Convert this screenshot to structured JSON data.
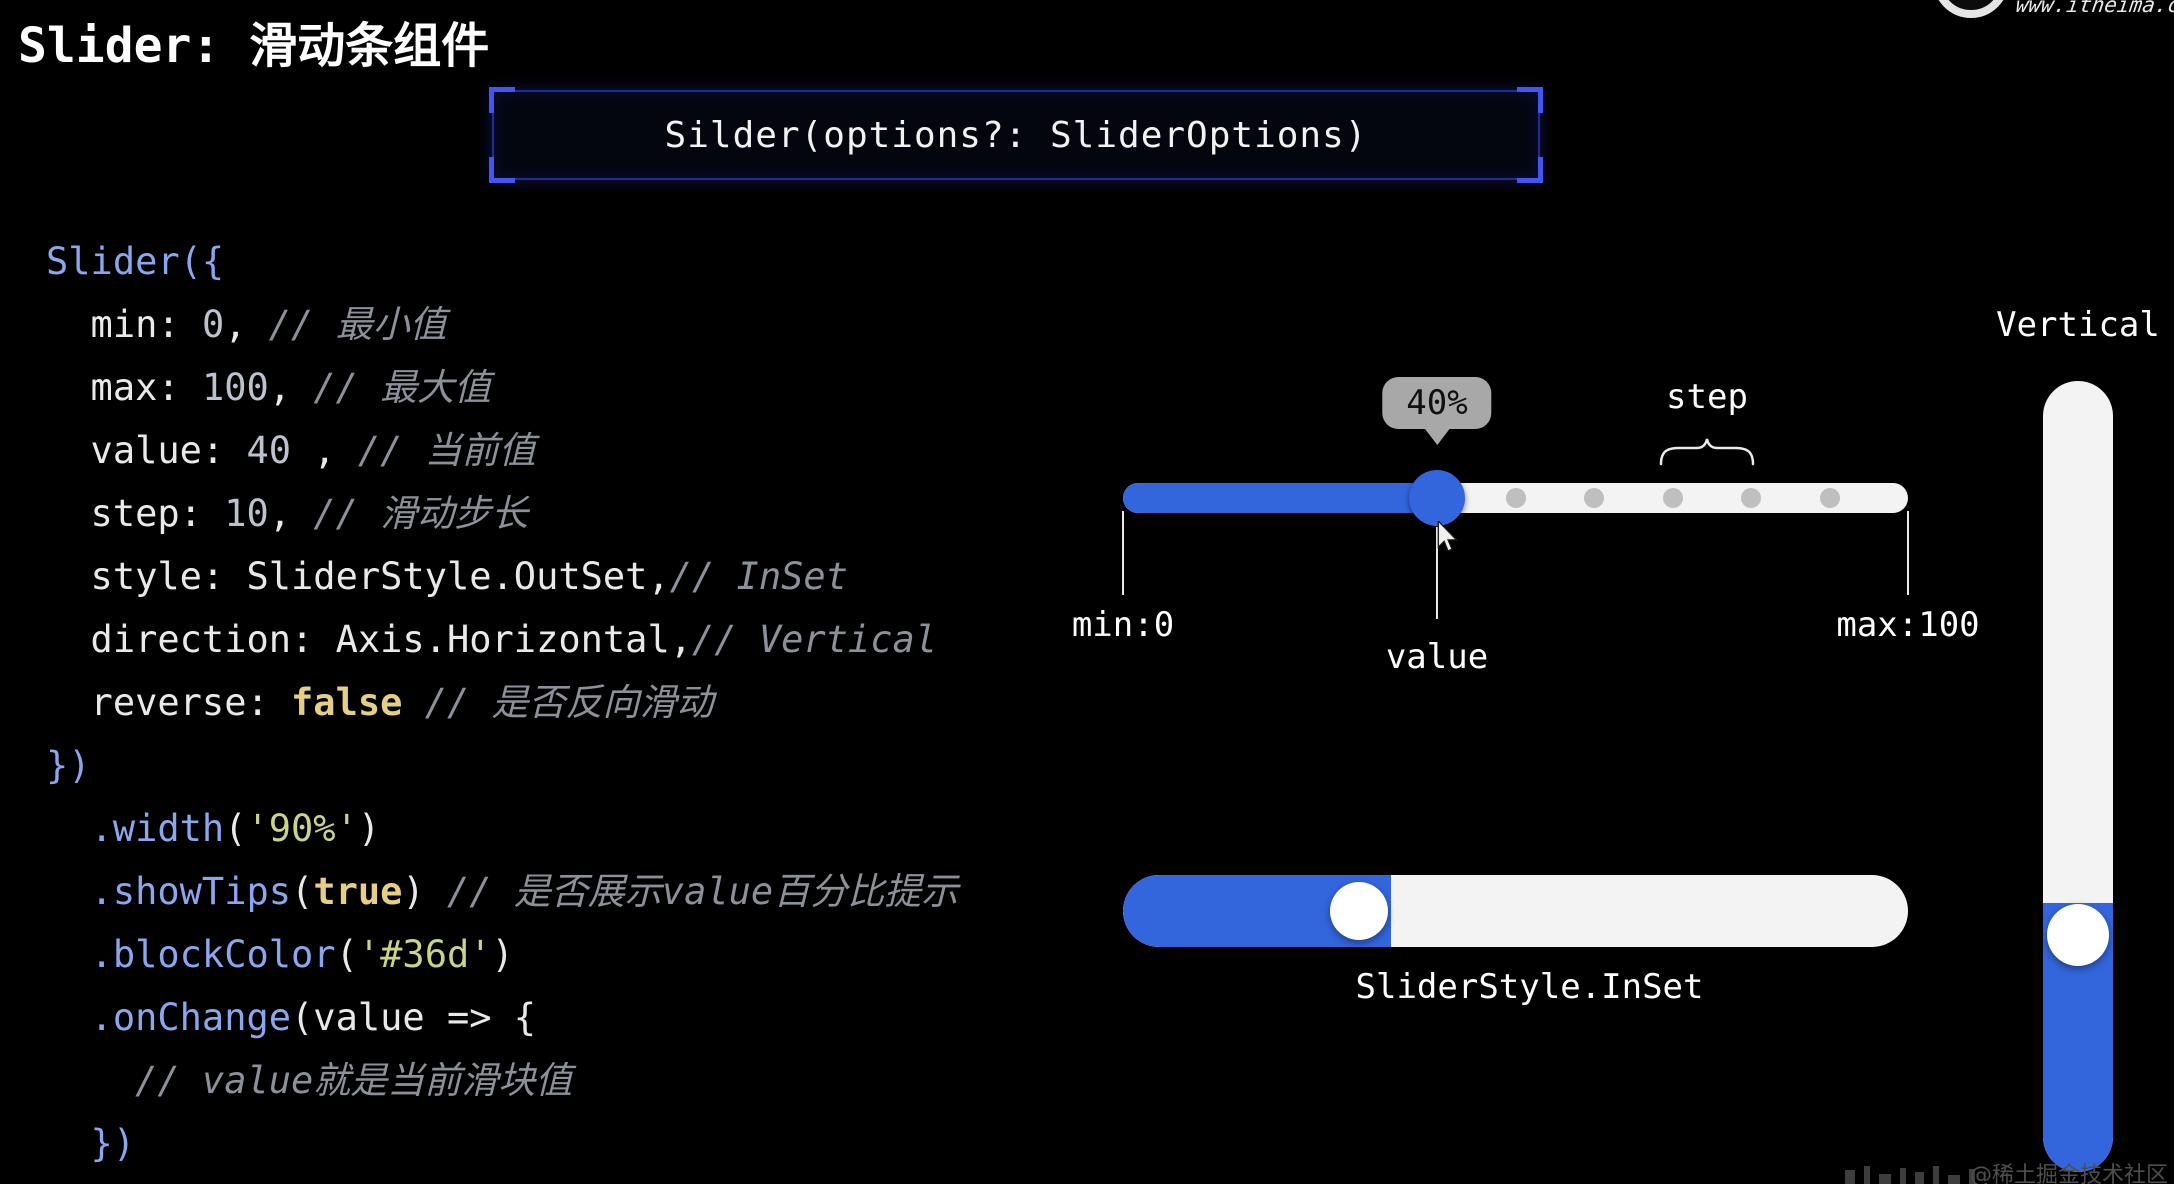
{
  "page": {
    "title": "Slider: 滑动条组件",
    "top_right_url": "www.itheima.co",
    "bottom_watermark": "@稀土掘金技术社区"
  },
  "signature_box": {
    "text": "Silder(options?: SliderOptions)"
  },
  "code": {
    "lines": [
      {
        "indent": 0,
        "segs": [
          [
            "fn",
            "Slider({"
          ]
        ]
      },
      {
        "indent": 2,
        "segs": [
          [
            "w",
            "min: "
          ],
          [
            "num",
            "0"
          ],
          [
            "w",
            ", "
          ],
          [
            "cm",
            "// 最小值"
          ]
        ]
      },
      {
        "indent": 2,
        "segs": [
          [
            "w",
            "max: "
          ],
          [
            "num",
            "100"
          ],
          [
            "w",
            ", "
          ],
          [
            "cm",
            "// 最大值"
          ]
        ]
      },
      {
        "indent": 2,
        "segs": [
          [
            "w",
            "value: "
          ],
          [
            "num",
            "40"
          ],
          [
            "w",
            " , "
          ],
          [
            "cm",
            "// 当前值"
          ]
        ]
      },
      {
        "indent": 2,
        "segs": [
          [
            "w",
            "step: "
          ],
          [
            "num",
            "10"
          ],
          [
            "w",
            ", "
          ],
          [
            "cm",
            "// 滑动步长"
          ]
        ]
      },
      {
        "indent": 2,
        "segs": [
          [
            "w",
            "style: SliderStyle.OutSet,"
          ],
          [
            "cm",
            "// InSet"
          ]
        ]
      },
      {
        "indent": 2,
        "segs": [
          [
            "w",
            "direction: Axis.Horizontal,"
          ],
          [
            "cm",
            "// Vertical"
          ]
        ]
      },
      {
        "indent": 2,
        "segs": [
          [
            "w",
            "reverse: "
          ],
          [
            "bool",
            "false"
          ],
          [
            "w",
            " "
          ],
          [
            "cm",
            "// 是否反向滑动"
          ]
        ]
      },
      {
        "indent": 0,
        "segs": [
          [
            "fn",
            "})"
          ]
        ]
      },
      {
        "indent": 2,
        "segs": [
          [
            "fn",
            ".width"
          ],
          [
            "w",
            "("
          ],
          [
            "str",
            "'90%'"
          ],
          [
            "w",
            ")"
          ]
        ]
      },
      {
        "indent": 2,
        "segs": [
          [
            "fn",
            ".showTips"
          ],
          [
            "w",
            "("
          ],
          [
            "bool",
            "true"
          ],
          [
            "w",
            ") "
          ],
          [
            "cm",
            "// 是否展示value百分比提示"
          ]
        ]
      },
      {
        "indent": 2,
        "segs": [
          [
            "fn",
            ".blockColor"
          ],
          [
            "w",
            "("
          ],
          [
            "str",
            "'#36d'"
          ],
          [
            "w",
            ")"
          ]
        ]
      },
      {
        "indent": 2,
        "segs": [
          [
            "fn",
            ".onChange"
          ],
          [
            "w",
            "(value => {"
          ]
        ]
      },
      {
        "indent": 4,
        "segs": [
          [
            "cm",
            "// value就是当前滑块值"
          ]
        ]
      },
      {
        "indent": 2,
        "segs": [
          [
            "fn",
            "})"
          ]
        ]
      }
    ]
  },
  "slider_outset": {
    "value_percent": 40,
    "tooltip": "40%",
    "step_label": "step",
    "min_label": "min:0",
    "value_label": "value",
    "max_label": "max:100",
    "dot_positions": [
      50,
      60,
      70,
      80,
      90
    ]
  },
  "slider_inset": {
    "label": "SliderStyle.InSet",
    "value_percent": 30
  },
  "slider_vertical": {
    "label": "Vertical",
    "value_percent": 30
  },
  "colors": {
    "accent_blue": "#3366dd",
    "track_white": "#f3f3f3",
    "dot_gray": "#bfbfbf",
    "tooltip_bg": "#a8a8a8"
  }
}
